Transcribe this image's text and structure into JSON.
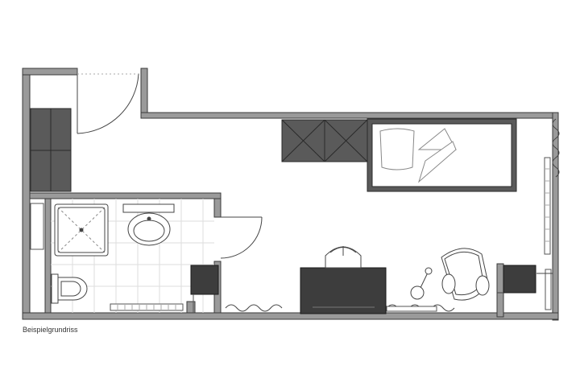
{
  "figure": {
    "caption": "Beispielgrundriss"
  },
  "colors": {
    "wall": "#9a9a9a",
    "wall_edge": "#3a3a3a",
    "dark_furniture": "#3d3d3d",
    "wardrobe_fill": "#5a5a5a",
    "tile_grid": "#dddddd",
    "radiator": "#bbbbbb",
    "background": "#ffffff"
  },
  "rooms": [
    "studio",
    "bathroom",
    "entry-hall"
  ],
  "furniture": [
    "wardrobe",
    "entry-cabinet",
    "shelf",
    "shower",
    "washbasin",
    "toilet",
    "storage-cabinet",
    "bed",
    "double-wardrobe",
    "desk",
    "desk-chair",
    "armchair",
    "floor-lamp",
    "corner-cabinet"
  ],
  "doors": [
    "entrance-door",
    "bathroom-door"
  ],
  "windows": [
    "window-right",
    "window-lower-right"
  ],
  "radiators": [
    "radiator-bathroom",
    "radiator-under-desk",
    "radiator-right",
    "radiator-corner"
  ]
}
